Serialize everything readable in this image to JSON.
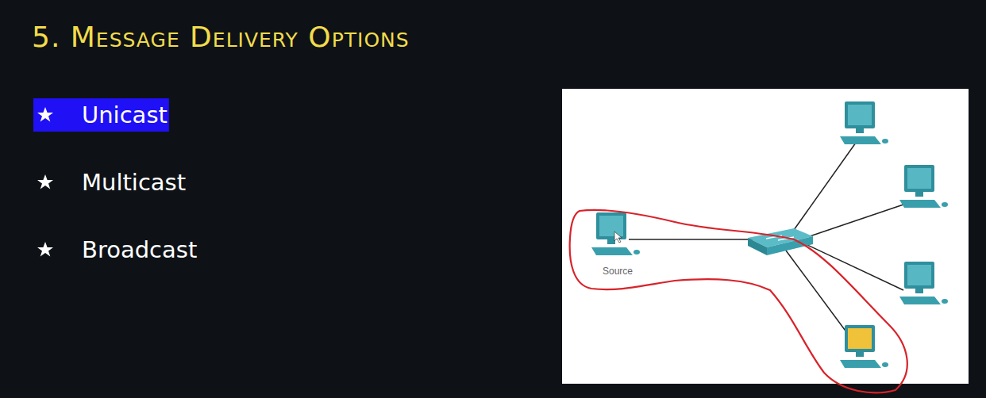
{
  "diagram": {
    "title": "5. Message Delivery Options",
    "nodes": [
      {
        "text": [
          "Source"
        ]
      }
    ],
    "labels": [
      "Unicast",
      "Multicast",
      "Broadcast"
    ]
  }
}
